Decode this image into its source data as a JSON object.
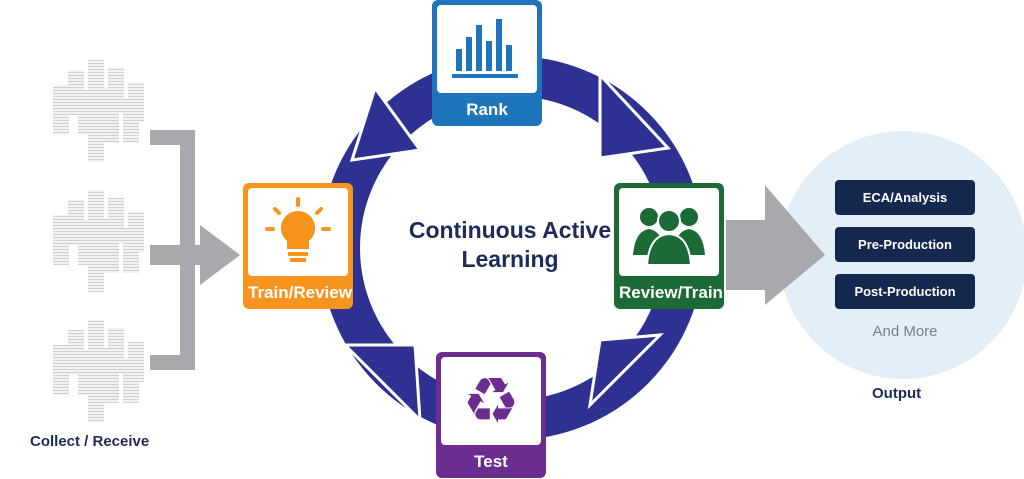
{
  "title": "Continuous Active Learning",
  "steps": [
    {
      "label": "Rank",
      "icon": "bar-chart-icon",
      "color": "#1f75bb"
    },
    {
      "label": "Review/Train",
      "icon": "people-icon",
      "color": "#1c6b36"
    },
    {
      "label": "Test",
      "icon": "recycle-icon",
      "color": "#6b2d8f"
    },
    {
      "label": "Train/Review",
      "icon": "lightbulb-icon",
      "color": "#f7941e"
    }
  ],
  "input_caption": "Collect / Receive",
  "output": {
    "caption": "Output",
    "items": [
      "ECA/Analysis",
      "Pre-Production",
      "Post-Production"
    ],
    "more": "And More"
  },
  "colors": {
    "ring": "#2e3192",
    "arrow_grey": "#a7a9ac",
    "output_bg": "#e4eef6",
    "output_btn": "#15294f"
  }
}
